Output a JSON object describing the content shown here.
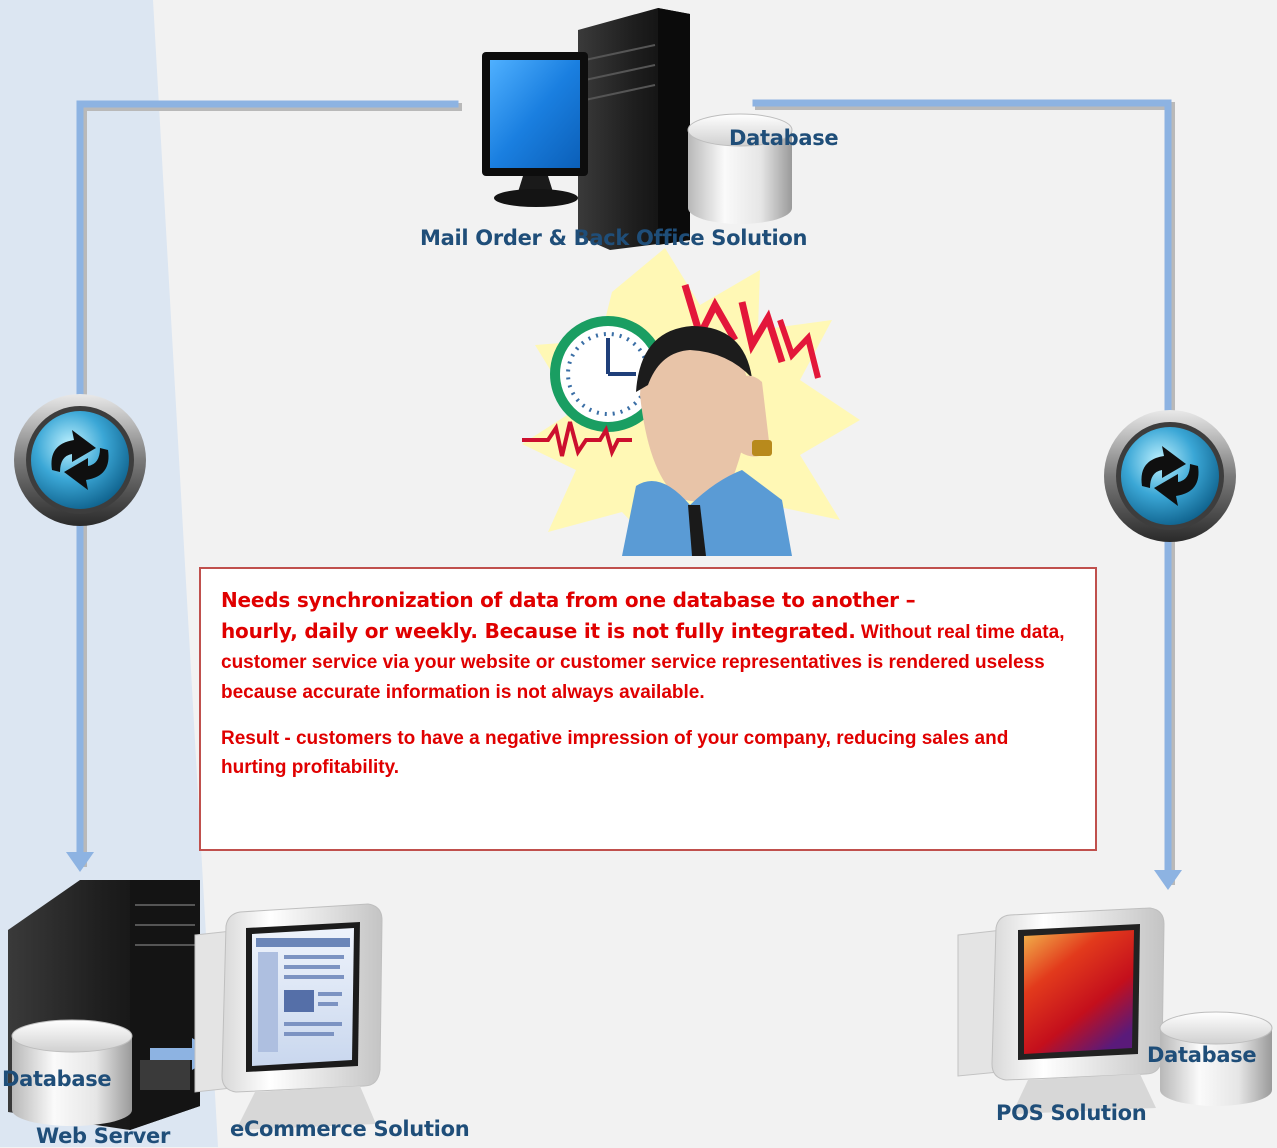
{
  "labels": {
    "main_database": "Database",
    "main_solution": "Mail Order & Back Office Solution",
    "web_database": "Database",
    "web_server": "Web Server",
    "ecommerce_solution": "eCommerce Solution",
    "pos_database": "Database",
    "pos_solution": "POS Solution"
  },
  "message": {
    "line1": "Needs synchronization of data from one database to another –",
    "line2_lead": "hourly, daily or weekly.  Because it is not fully integrated.",
    "line2_rest": " Without real time data, customer service via your website or customer service representatives is rendered useless because accurate information is not always available.",
    "result": "Result  - customers to have a negative impression of your company, reducing sales and hurting profitability."
  },
  "colors": {
    "label_text": "#1f4e79",
    "message_text": "#e00000",
    "message_border": "#c0504d",
    "connector_line": "#8db3e2",
    "background": "#f2f2f2",
    "left_band": "#dce6f2"
  },
  "icons": [
    "mail-order-computer-icon",
    "database-icon",
    "sync-icon",
    "stressed-man-clock-icon",
    "web-server-tower-icon",
    "ecommerce-monitor-icon",
    "pos-monitor-icon",
    "arrow-right-icon"
  ]
}
